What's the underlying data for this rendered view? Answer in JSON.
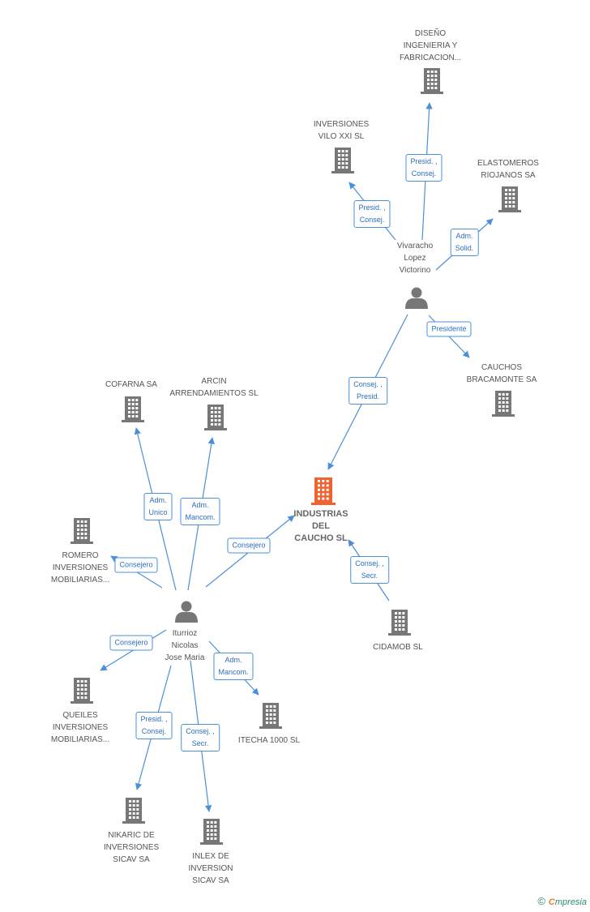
{
  "colors": {
    "edge": "#4a90d9",
    "building": "#777777",
    "main_building": "#f0622f",
    "person": "#777777"
  },
  "nodes": [
    {
      "id": "disenio",
      "type": "company",
      "label": "DISEÑO\nINGENIERIA Y\nFABRICACION..."
    },
    {
      "id": "vilo",
      "type": "company",
      "label": "INVERSIONES\nVILO XXI  SL"
    },
    {
      "id": "elastomeros",
      "type": "company",
      "label": "ELASTOMEROS\nRIOJANOS SA"
    },
    {
      "id": "vivaracho",
      "type": "person",
      "label": "Vivaracho\nLopez\nVictorino"
    },
    {
      "id": "cauchos",
      "type": "company",
      "label": "CAUCHOS\nBRACAMONTE SA"
    },
    {
      "id": "cofarna",
      "type": "company",
      "label": "COFARNA SA"
    },
    {
      "id": "arcin",
      "type": "company",
      "label": "ARCIN\nARRENDAMIENTOS SL"
    },
    {
      "id": "industrias",
      "type": "main",
      "label": "INDUSTRIAS\nDEL\nCAUCHO SL"
    },
    {
      "id": "romero",
      "type": "company",
      "label": "ROMERO\nINVERSIONES\nMOBILIARIAS..."
    },
    {
      "id": "cidamob",
      "type": "company",
      "label": "CIDAMOB  SL"
    },
    {
      "id": "iturrioz",
      "type": "person",
      "label": "Iturrioz\nNicolas\nJose Maria"
    },
    {
      "id": "queiles",
      "type": "company",
      "label": "QUEILES\nINVERSIONES\nMOBILIARIAS..."
    },
    {
      "id": "itecha",
      "type": "company",
      "label": "ITECHA 1000 SL"
    },
    {
      "id": "nikaric",
      "type": "company",
      "label": "NIKARIC DE\nINVERSIONES\nSICAV SA"
    },
    {
      "id": "inlex",
      "type": "company",
      "label": "INLEX DE\nINVERSION\nSICAV SA"
    }
  ],
  "edges": [
    {
      "from": "vivaracho",
      "to": "disenio",
      "label": "Presid. ,\nConsej."
    },
    {
      "from": "vivaracho",
      "to": "vilo",
      "label": "Presid. ,\nConsej."
    },
    {
      "from": "vivaracho",
      "to": "elastomeros",
      "label": "Adm.\nSolid."
    },
    {
      "from": "vivaracho",
      "to": "cauchos",
      "label": "Presidente"
    },
    {
      "from": "vivaracho",
      "to": "industrias",
      "label": "Consej. ,\nPresid."
    },
    {
      "from": "iturrioz",
      "to": "cofarna",
      "label": "Adm.\nUnico"
    },
    {
      "from": "iturrioz",
      "to": "arcin",
      "label": "Adm.\nMancom."
    },
    {
      "from": "iturrioz",
      "to": "industrias",
      "label": "Consejero"
    },
    {
      "from": "iturrioz",
      "to": "romero",
      "label": "Consejero"
    },
    {
      "from": "iturrioz",
      "to": "queiles",
      "label": "Consejero"
    },
    {
      "from": "iturrioz",
      "to": "itecha",
      "label": "Adm.\nMancom."
    },
    {
      "from": "iturrioz",
      "to": "nikaric",
      "label": "Presid. ,\nConsej."
    },
    {
      "from": "iturrioz",
      "to": "inlex",
      "label": "Consej. ,\nSecr."
    },
    {
      "from": "cidamob",
      "to": "industrias",
      "label": "Consej. ,\nSecr."
    }
  ],
  "brand": {
    "copyright": "©",
    "initial": "C",
    "rest": "mpresia"
  }
}
